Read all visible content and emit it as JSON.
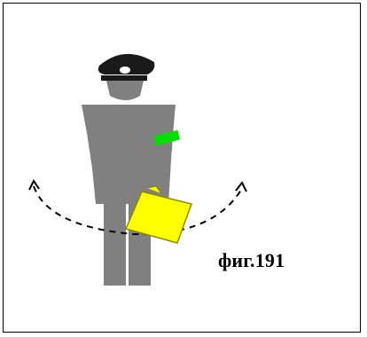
{
  "figure": {
    "caption": "фиг.191",
    "depicts": "traffic-controller-figure",
    "colors": {
      "frame": "#000000",
      "body": "#808080",
      "cap": "#1a1a1a",
      "cap_badge": "#ffffff",
      "armband": "#00dd00",
      "baton_folder": "#ffff00",
      "baton_outline": "#8a8a00",
      "arc": "#000000"
    },
    "arc": {
      "style": "dashed",
      "arrowheads": "both-ends-up"
    }
  }
}
